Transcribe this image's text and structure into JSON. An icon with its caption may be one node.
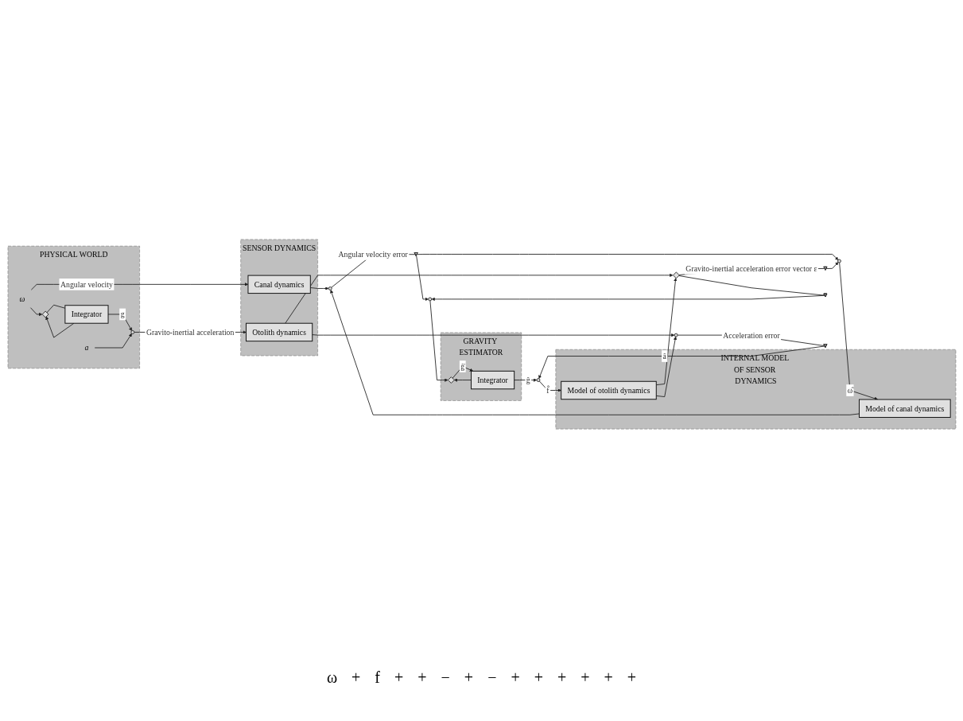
{
  "diagram": {
    "nodes": [
      {
        "text": [
          "PHYSICAL WORLD"
        ]
      },
      {
        "text": [
          "ω"
        ],
        "in": 0
      },
      {
        "text": [],
        "shape": "diamond",
        "in": 0
      },
      {
        "text": [
          "Integrator"
        ],
        "in": 0
      },
      {
        "text": [],
        "shape": "circle",
        "in": 0
      },
      {
        "text": [
          "a"
        ],
        "in": 0
      },
      {
        "text": [
          "SENSOR DYNAMICS"
        ]
      },
      {
        "text": [
          "Canal dynamics"
        ],
        "in": 6
      },
      {
        "text": [
          "Otolith dynamics"
        ],
        "in": 6
      },
      {
        "text": [],
        "shape": "circle"
      },
      {
        "text": [],
        "shape": "diamond"
      },
      {
        "text": [],
        "shape": "circle"
      },
      {
        "text": [],
        "shape": "triangle"
      },
      {
        "text": [],
        "shape": "triangle"
      },
      {
        "text": [],
        "shape": "triangle"
      },
      {
        "text": [],
        "shape": "triangle"
      },
      {
        "text": [
          "GRAVITY ESTIMATOR"
        ]
      },
      {
        "text": [],
        "shape": "diamond",
        "in": 16
      },
      {
        "text": [
          "Integrator"
        ],
        "in": 16
      },
      {
        "text": [],
        "shape": "circle"
      },
      {
        "text": [],
        "shape": "circle"
      },
      {
        "text": [],
        "shape": "circle"
      },
      {
        "text": [
          "INTERNAL MODEL OF SENSOR DYNAMICS"
        ]
      },
      {
        "text": [
          "Model of otolith dynamics"
        ],
        "in": 22
      },
      {
        "text": [
          "Model of canal dynamics"
        ],
        "in": 22
      }
    ],
    "edges": [
      {
        "from": 1,
        "to": 7,
        "arrow": "to",
        "label": "Angular velocity"
      },
      {
        "from": 1,
        "to": 2,
        "arrow": "to"
      },
      {
        "from": 2,
        "to": 3,
        "arrow": "none"
      },
      {
        "from": 3,
        "to": 4,
        "arrow": "to",
        "label": "g"
      },
      {
        "from": 3,
        "to": 2,
        "arrow": "to"
      },
      {
        "from": 5,
        "to": 4,
        "arrow": "to"
      },
      {
        "from": 4,
        "to": 8,
        "arrow": "to",
        "label": "Gravito-inertial acceleration"
      },
      {
        "from": 7,
        "to": 9,
        "arrow": "to"
      },
      {
        "from": 8,
        "to": 11,
        "arrow": "to"
      },
      {
        "from": 8,
        "to": 10,
        "arrow": "to"
      },
      {
        "from": 9,
        "to": 12,
        "arrow": "none",
        "label": "Angular velocity error"
      },
      {
        "from": 10,
        "to": 13,
        "arrow": "none",
        "label": "Gravito-inertial acceleration error vector ε"
      },
      {
        "from": 10,
        "to": 14,
        "arrow": "none"
      },
      {
        "from": 11,
        "to": 15,
        "arrow": "none",
        "label": "Acceleration error"
      },
      {
        "from": 12,
        "to": 21,
        "arrow": "to"
      },
      {
        "from": 12,
        "to": 19,
        "arrow": "to"
      },
      {
        "from": 13,
        "to": 21,
        "arrow": "to"
      },
      {
        "from": 14,
        "to": 19,
        "arrow": "to"
      },
      {
        "from": 19,
        "to": 17,
        "arrow": "to"
      },
      {
        "from": 17,
        "to": 18,
        "arrow": "to",
        "label": "ĝ̇"
      },
      {
        "from": 18,
        "to": 17,
        "arrow": "to"
      },
      {
        "from": 18,
        "to": 20,
        "arrow": "to",
        "label": "ĝ"
      },
      {
        "from": 15,
        "to": 20,
        "arrow": "to",
        "label": "â"
      },
      {
        "from": 20,
        "to": 23,
        "arrow": "to",
        "label": "f̂"
      },
      {
        "from": 21,
        "to": 24,
        "arrow": "to",
        "label": "ω̂"
      },
      {
        "from": 23,
        "to": 11,
        "arrow": "to"
      },
      {
        "from": 23,
        "to": 10,
        "arrow": "to"
      },
      {
        "from": 24,
        "to": 9,
        "arrow": "to"
      }
    ],
    "labels": [
      "ω",
      "+",
      "f",
      "+",
      "+",
      "−",
      "+",
      "−",
      "+",
      "+",
      "+",
      "+",
      "+",
      "+"
    ]
  }
}
